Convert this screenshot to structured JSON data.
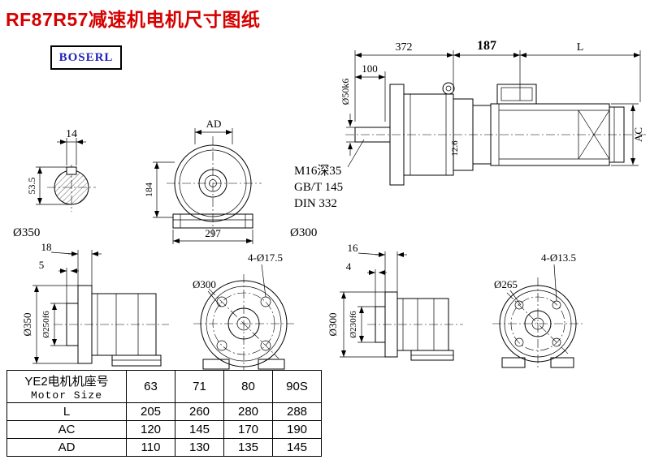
{
  "title": "RF87R57减速机电机尺寸图纸",
  "logo": "BOSERL",
  "colors": {
    "title_red": "#d60000",
    "logo_blue": "#2222bb",
    "line_black": "#000000"
  },
  "notes": {
    "tap_hole": "M16深35",
    "standard_gb": "GB/T 145",
    "standard_din": "DIN 332"
  },
  "dims": {
    "assembly": {
      "gearbox_length": "372",
      "adapter_length": "187",
      "motor_length": "L",
      "shaft_length": "100",
      "shaft_dia": "Ø50k6",
      "motor_height": "AC",
      "flange_offset": "12.6"
    },
    "shaft_section": {
      "key_width": "14",
      "key_height": "53.5",
      "disc_dia": "Ø350"
    },
    "front_view": {
      "top_width": "AD",
      "center_height": "184",
      "base_width": "297",
      "flange_dia": "Ø300"
    },
    "side_view_left": {
      "flange_thickness": "18",
      "spigot_depth": "5",
      "flange_dia": "Ø350",
      "spigot_dia": "Ø250f6"
    },
    "flange_view_left": {
      "holes": "4-Ø17.5",
      "bolt_circle": "Ø300"
    },
    "side_view_right": {
      "flange_thickness": "16",
      "spigot_depth": "4",
      "flange_dia": "Ø300",
      "spigot_dia": "Ø230f6"
    },
    "flange_view_right": {
      "holes": "4-Ø13.5",
      "bolt_circle": "Ø265"
    }
  },
  "table": {
    "header_cn": "YE2电机机座号",
    "header_en": "Motor Size",
    "sizes": [
      "63",
      "71",
      "80",
      "90S"
    ],
    "rows": [
      {
        "label": "L",
        "values": [
          "205",
          "260",
          "280",
          "288"
        ]
      },
      {
        "label": "AC",
        "values": [
          "120",
          "145",
          "170",
          "190"
        ]
      },
      {
        "label": "AD",
        "values": [
          "110",
          "130",
          "135",
          "145"
        ]
      }
    ]
  }
}
